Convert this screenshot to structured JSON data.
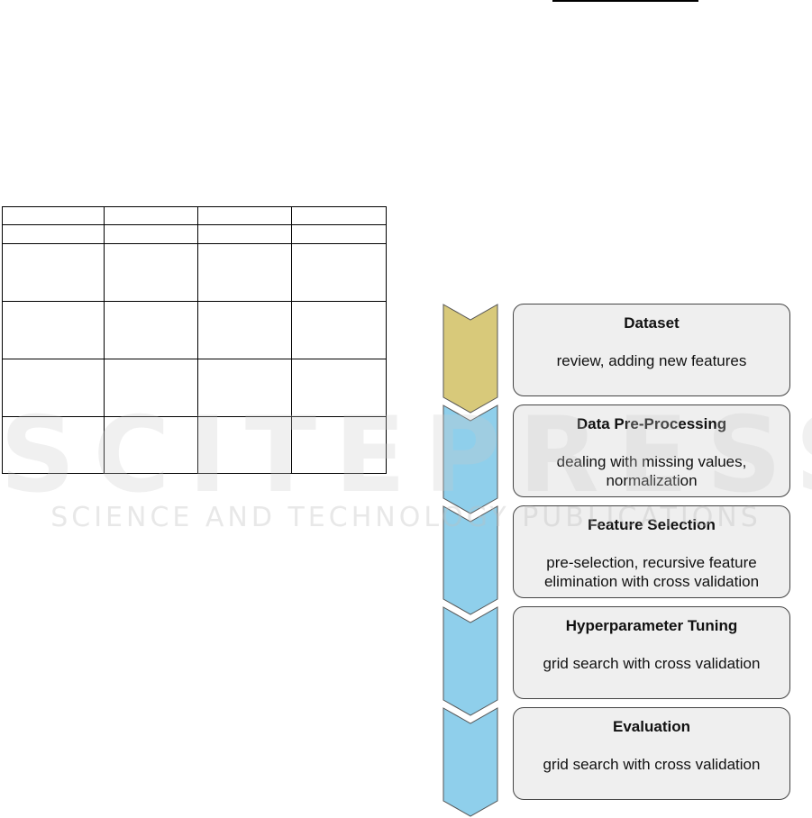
{
  "steps": [
    {
      "title": "Dataset",
      "description": "review, adding new features",
      "color": "#d8c97a"
    },
    {
      "title": "Data Pre-Processing",
      "description": "dealing with missing values, normalization",
      "color": "#8fcfeb"
    },
    {
      "title": "Feature Selection",
      "description": "pre-selection, recursive feature elimination with cross validation",
      "color": "#8fcfeb"
    },
    {
      "title": "Hyperparameter Tuning",
      "description": "grid search with cross validation",
      "color": "#8fcfeb"
    },
    {
      "title": "Evaluation",
      "description": "grid search with cross validation",
      "color": "#8fcfeb"
    }
  ],
  "watermark": {
    "main": "SCITEPRESS",
    "sub": "SCIENCE AND TECHNOLOGY PUBLICATIONS"
  }
}
